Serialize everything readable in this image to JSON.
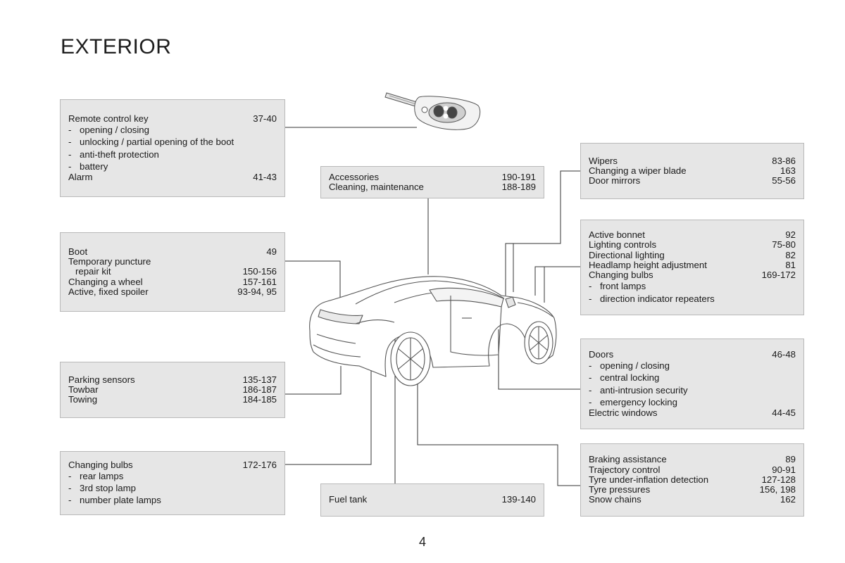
{
  "page": {
    "title": "EXTERIOR",
    "page_number": "4"
  },
  "boxes": {
    "remote": {
      "rows": [
        {
          "label": "Remote control key",
          "page": "37-40"
        },
        {
          "label": "opening / closing",
          "sub": true
        },
        {
          "label": "unlocking / partial opening of the boot",
          "sub": true
        },
        {
          "label": "anti-theft protection",
          "sub": true
        },
        {
          "label": "battery",
          "sub": true
        },
        {
          "label": "Alarm",
          "page": "41-43"
        }
      ]
    },
    "boot": {
      "rows": [
        {
          "label": "Boot",
          "page": "49"
        },
        {
          "label": "Temporary puncture"
        },
        {
          "label": "repair kit",
          "page": "150-156",
          "indent": true
        },
        {
          "label": "Changing a wheel",
          "page": "157-161"
        },
        {
          "label": "Active, fixed spoiler",
          "page": "93-94, 95"
        }
      ]
    },
    "parking": {
      "rows": [
        {
          "label": "Parking sensors",
          "page": "135-137"
        },
        {
          "label": "Towbar",
          "page": "186-187"
        },
        {
          "label": "Towing",
          "page": "184-185"
        }
      ]
    },
    "rear_bulbs": {
      "rows": [
        {
          "label": "Changing bulbs",
          "page": "172-176"
        },
        {
          "label": "rear lamps",
          "sub": true
        },
        {
          "label": "3rd stop lamp",
          "sub": true
        },
        {
          "label": "number plate lamps",
          "sub": true
        }
      ]
    },
    "accessories": {
      "rows": [
        {
          "label": "Accessories",
          "page": "190-191"
        },
        {
          "label": "Cleaning, maintenance",
          "page": "188-189"
        }
      ]
    },
    "fuel": {
      "rows": [
        {
          "label": "Fuel tank",
          "page": "139-140"
        }
      ]
    },
    "wipers": {
      "rows": [
        {
          "label": "Wipers",
          "page": "83-86"
        },
        {
          "label": "Changing a wiper blade",
          "page": "163"
        },
        {
          "label": "Door mirrors",
          "page": "55-56"
        }
      ]
    },
    "bonnet": {
      "rows": [
        {
          "label": "Active bonnet",
          "page": "92"
        },
        {
          "label": "Lighting controls",
          "page": "75-80"
        },
        {
          "label": "Directional lighting",
          "page": "82"
        },
        {
          "label": "Headlamp height adjustment",
          "page": "81"
        },
        {
          "label": "Changing bulbs",
          "page": "169-172"
        },
        {
          "label": "front lamps",
          "sub": true
        },
        {
          "label": "direction indicator repeaters",
          "sub": true
        }
      ]
    },
    "doors": {
      "rows": [
        {
          "label": "Doors",
          "page": "46-48"
        },
        {
          "label": "opening / closing",
          "sub": true
        },
        {
          "label": "central locking",
          "sub": true
        },
        {
          "label": "anti-intrusion security",
          "sub": true
        },
        {
          "label": "emergency locking",
          "sub": true
        },
        {
          "label": "Electric windows",
          "page": "44-45"
        }
      ]
    },
    "braking": {
      "rows": [
        {
          "label": "Braking assistance",
          "page": "89"
        },
        {
          "label": "Trajectory control",
          "page": "90-91"
        },
        {
          "label": "Tyre under-inflation detection",
          "page": "127-128"
        },
        {
          "label": "Tyre pressures",
          "page": "156, 198"
        },
        {
          "label": "Snow chains",
          "page": "162"
        }
      ]
    }
  },
  "icons": {
    "key": "remote-key-icon",
    "car": "car-illustration"
  },
  "colors": {
    "box_fill": "#e6e6e6",
    "box_border": "#b9b9b9",
    "line": "#333333"
  }
}
